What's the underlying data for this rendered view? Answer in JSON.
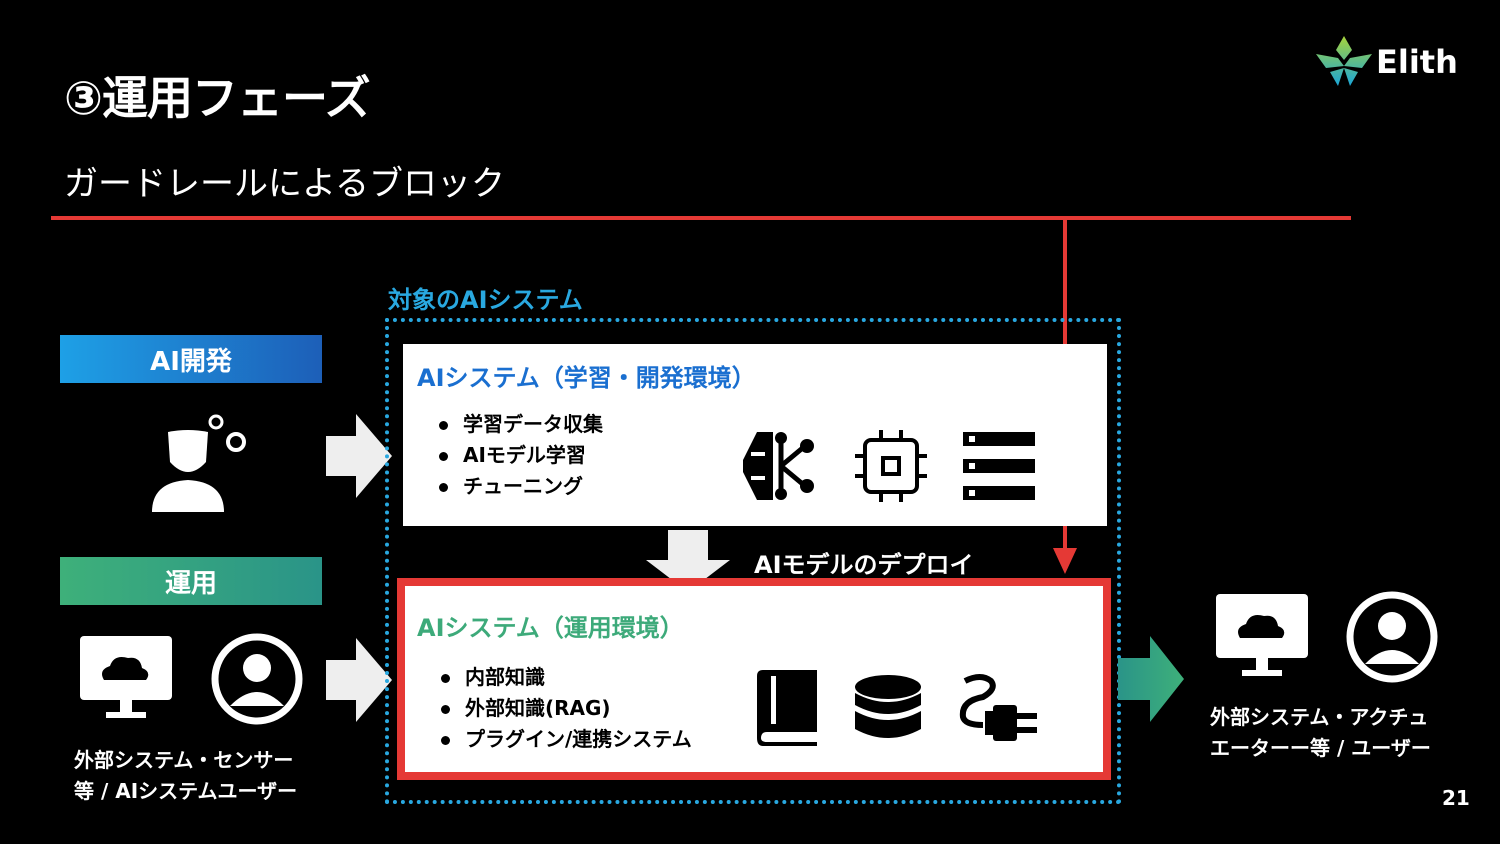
{
  "header": {
    "title": "③運用フェーズ",
    "subtitle": "ガードレールによるブロック",
    "logo_text": "Elith"
  },
  "left": {
    "dev_badge": "AI開発",
    "ops_badge": "運用",
    "ops_caption_line1": "外部システム・センサー",
    "ops_caption_line2": "等 / AIシステムユーザー"
  },
  "target": {
    "label": "対象のAIシステム",
    "dev_box": {
      "title": "AIシステム（学習・開発環境）",
      "items": [
        "学習データ収集",
        "AIモデル学習",
        "チューニング"
      ]
    },
    "deploy_label": "AIモデルのデプロイ",
    "ops_box": {
      "title": "AIシステム（運用環境）",
      "items": [
        "内部知識",
        "外部知識(RAG)",
        "プラグイン/連携システム"
      ]
    }
  },
  "right": {
    "caption_line1": "外部システム・アクチュ",
    "caption_line2": "エーターー等 / ユーザー"
  },
  "page_number": "21",
  "colors": {
    "accent_red": "#e53935",
    "blue": "#29a8e0",
    "green": "#3daa7a"
  }
}
